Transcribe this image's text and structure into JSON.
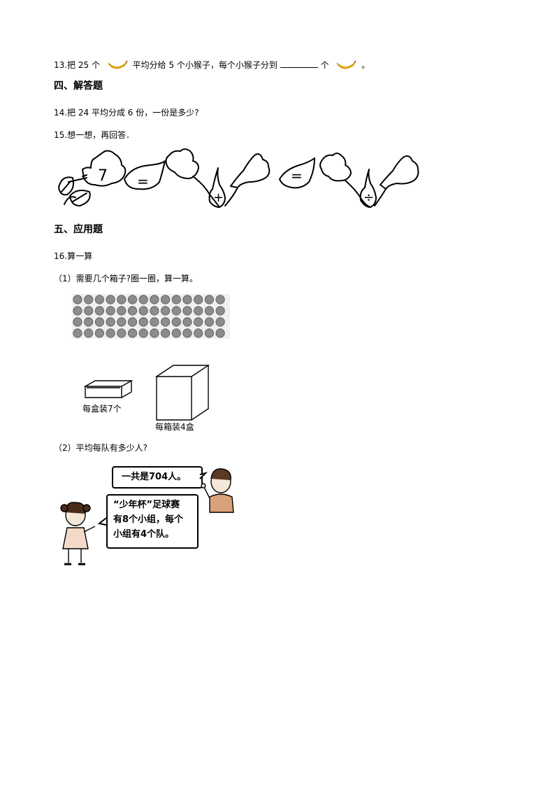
{
  "q13": {
    "prefix": "13.把 25 个",
    "middle": "平均分给 5 个小猴子，每个小猴子分到",
    "unit": "个",
    "end": "。"
  },
  "section4": {
    "title": "四、解答题"
  },
  "q14": {
    "text": "14.把 24 平均分成 6 份，一份是多少?"
  },
  "q15": {
    "text": "15.想一想，再回答．",
    "symbols": [
      "7",
      "=",
      "+",
      "=",
      "÷"
    ]
  },
  "section5": {
    "title": "五、应用题"
  },
  "q16": {
    "title": "16.算一算",
    "part1": {
      "label": "（1）需要几个箱子?圈一圈，算一算。",
      "dot_rows": 4,
      "dot_cols": 14,
      "box_small_caption": "每盒装7个",
      "box_large_caption": "每箱装4盒"
    },
    "part2": {
      "label": "（2）平均每队有多少人?",
      "boy_speech": "一共是704人。",
      "girl_speech_lines": [
        "“少年杯”足球赛",
        "有8个小组，每个",
        "小组有4个队。"
      ]
    }
  },
  "colors": {
    "banana": "#f2c21b",
    "dot": "#8c8c8c"
  },
  "icons": [
    "banana-icon",
    "flower-icon",
    "leaf-icon",
    "box-icon",
    "boy-figure",
    "girl-figure"
  ]
}
